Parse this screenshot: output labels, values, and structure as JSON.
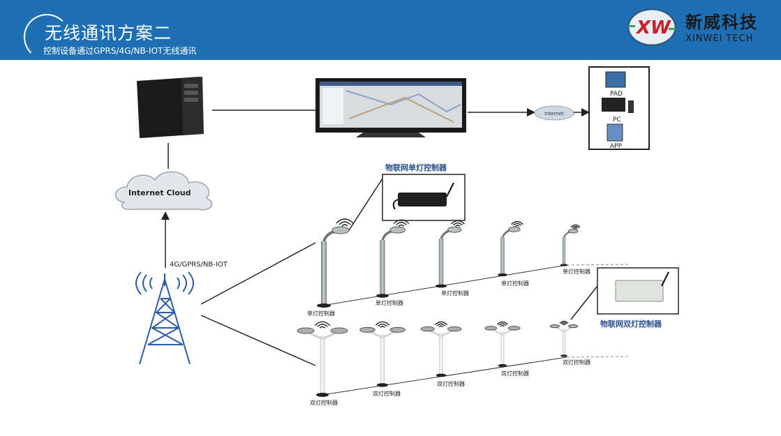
{
  "header": {
    "title": "无线通讯方案二",
    "subtitle": "控制设备通过GPRS/4G/NB-IOT无线通讯"
  },
  "brand": {
    "name_cn": "新威科技",
    "name_en": "XINWEI TECH",
    "logo_text": "XW"
  },
  "diagram": {
    "cloud_label": "Internet Cloud",
    "internet_label": "Internet",
    "tower_link_label": "4G/GPRS/NB-IOT",
    "clients": [
      "PAD",
      "PC",
      "APP"
    ],
    "single_controller_title": "物联网单灯控制器",
    "double_controller_title": "物联网双灯控制器",
    "single_label": "单灯控制器",
    "double_label": "双灯控制器"
  },
  "colors": {
    "header_bg": "#1f6fb5",
    "accent_blue": "#2a4f8f",
    "tower_blue": "#2b5caa"
  }
}
